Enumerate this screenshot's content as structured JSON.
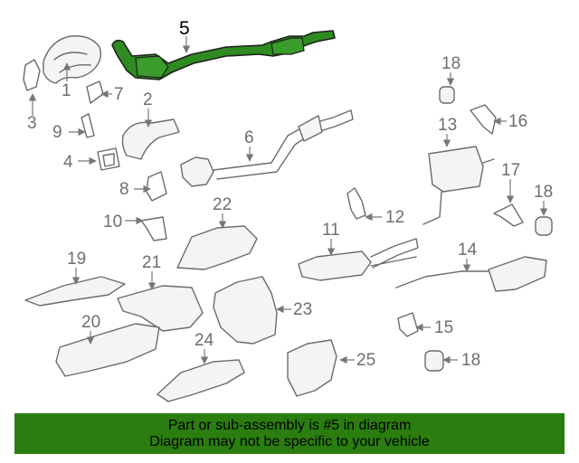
{
  "highlight_color": "#2b7d0f",
  "callouts": {
    "c1": "1",
    "c2": "2",
    "c3": "3",
    "c4": "4",
    "c5": "5",
    "c6": "6",
    "c7": "7",
    "c8": "8",
    "c9": "9",
    "c10": "10",
    "c11": "11",
    "c12": "12",
    "c13": "13",
    "c14": "14",
    "c15": "15",
    "c16": "16",
    "c17": "17",
    "c18a": "18",
    "c18b": "18",
    "c18c": "18",
    "c19": "19",
    "c20": "20",
    "c21": "21",
    "c22": "22",
    "c23": "23",
    "c24": "24",
    "c25": "25"
  },
  "banner": {
    "line1": "Part or sub-assembly is #5 in diagram",
    "line2": "Diagram may not be specific to your vehicle"
  }
}
